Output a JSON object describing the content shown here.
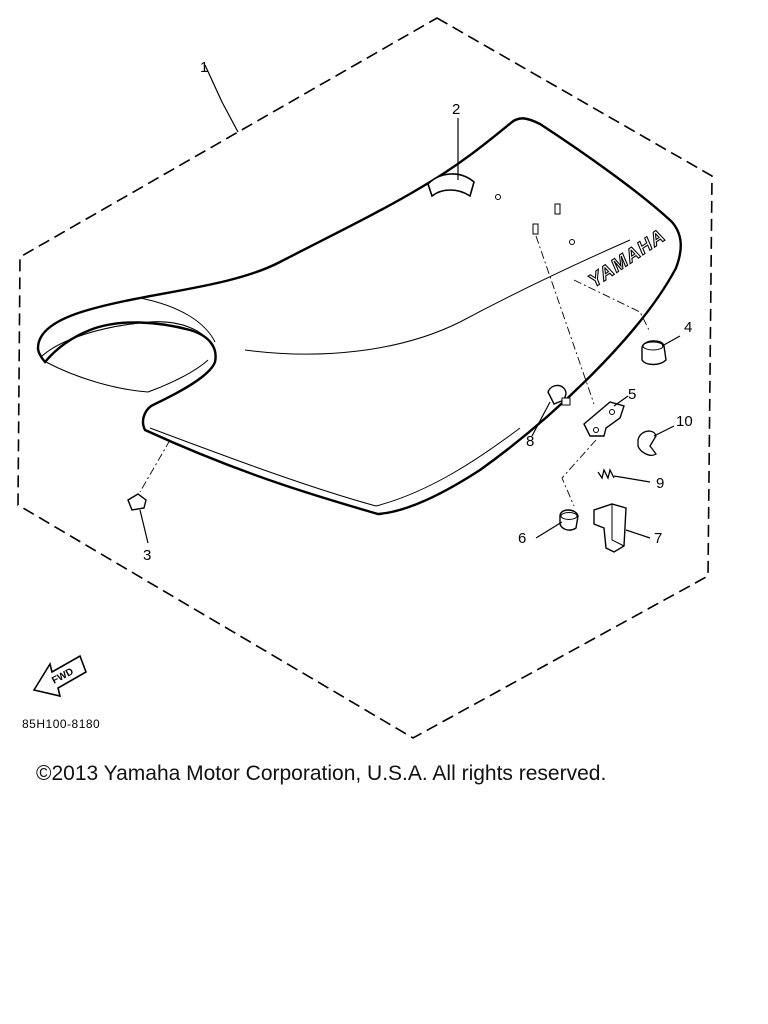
{
  "diagram": {
    "callouts": [
      {
        "id": "1",
        "label": "1"
      },
      {
        "id": "2",
        "label": "2"
      },
      {
        "id": "3",
        "label": "3"
      },
      {
        "id": "4",
        "label": "4"
      },
      {
        "id": "5",
        "label": "5"
      },
      {
        "id": "6",
        "label": "6"
      },
      {
        "id": "7",
        "label": "7"
      },
      {
        "id": "8",
        "label": "8"
      },
      {
        "id": "9",
        "label": "9"
      },
      {
        "id": "10",
        "label": "10"
      }
    ],
    "brand_label": "YAMAHA",
    "direction_label": "FWD",
    "drawing_code": "85H100-8180"
  },
  "footer": {
    "copyright": "©2013 Yamaha Motor Corporation, U.S.A. All rights reserved."
  }
}
